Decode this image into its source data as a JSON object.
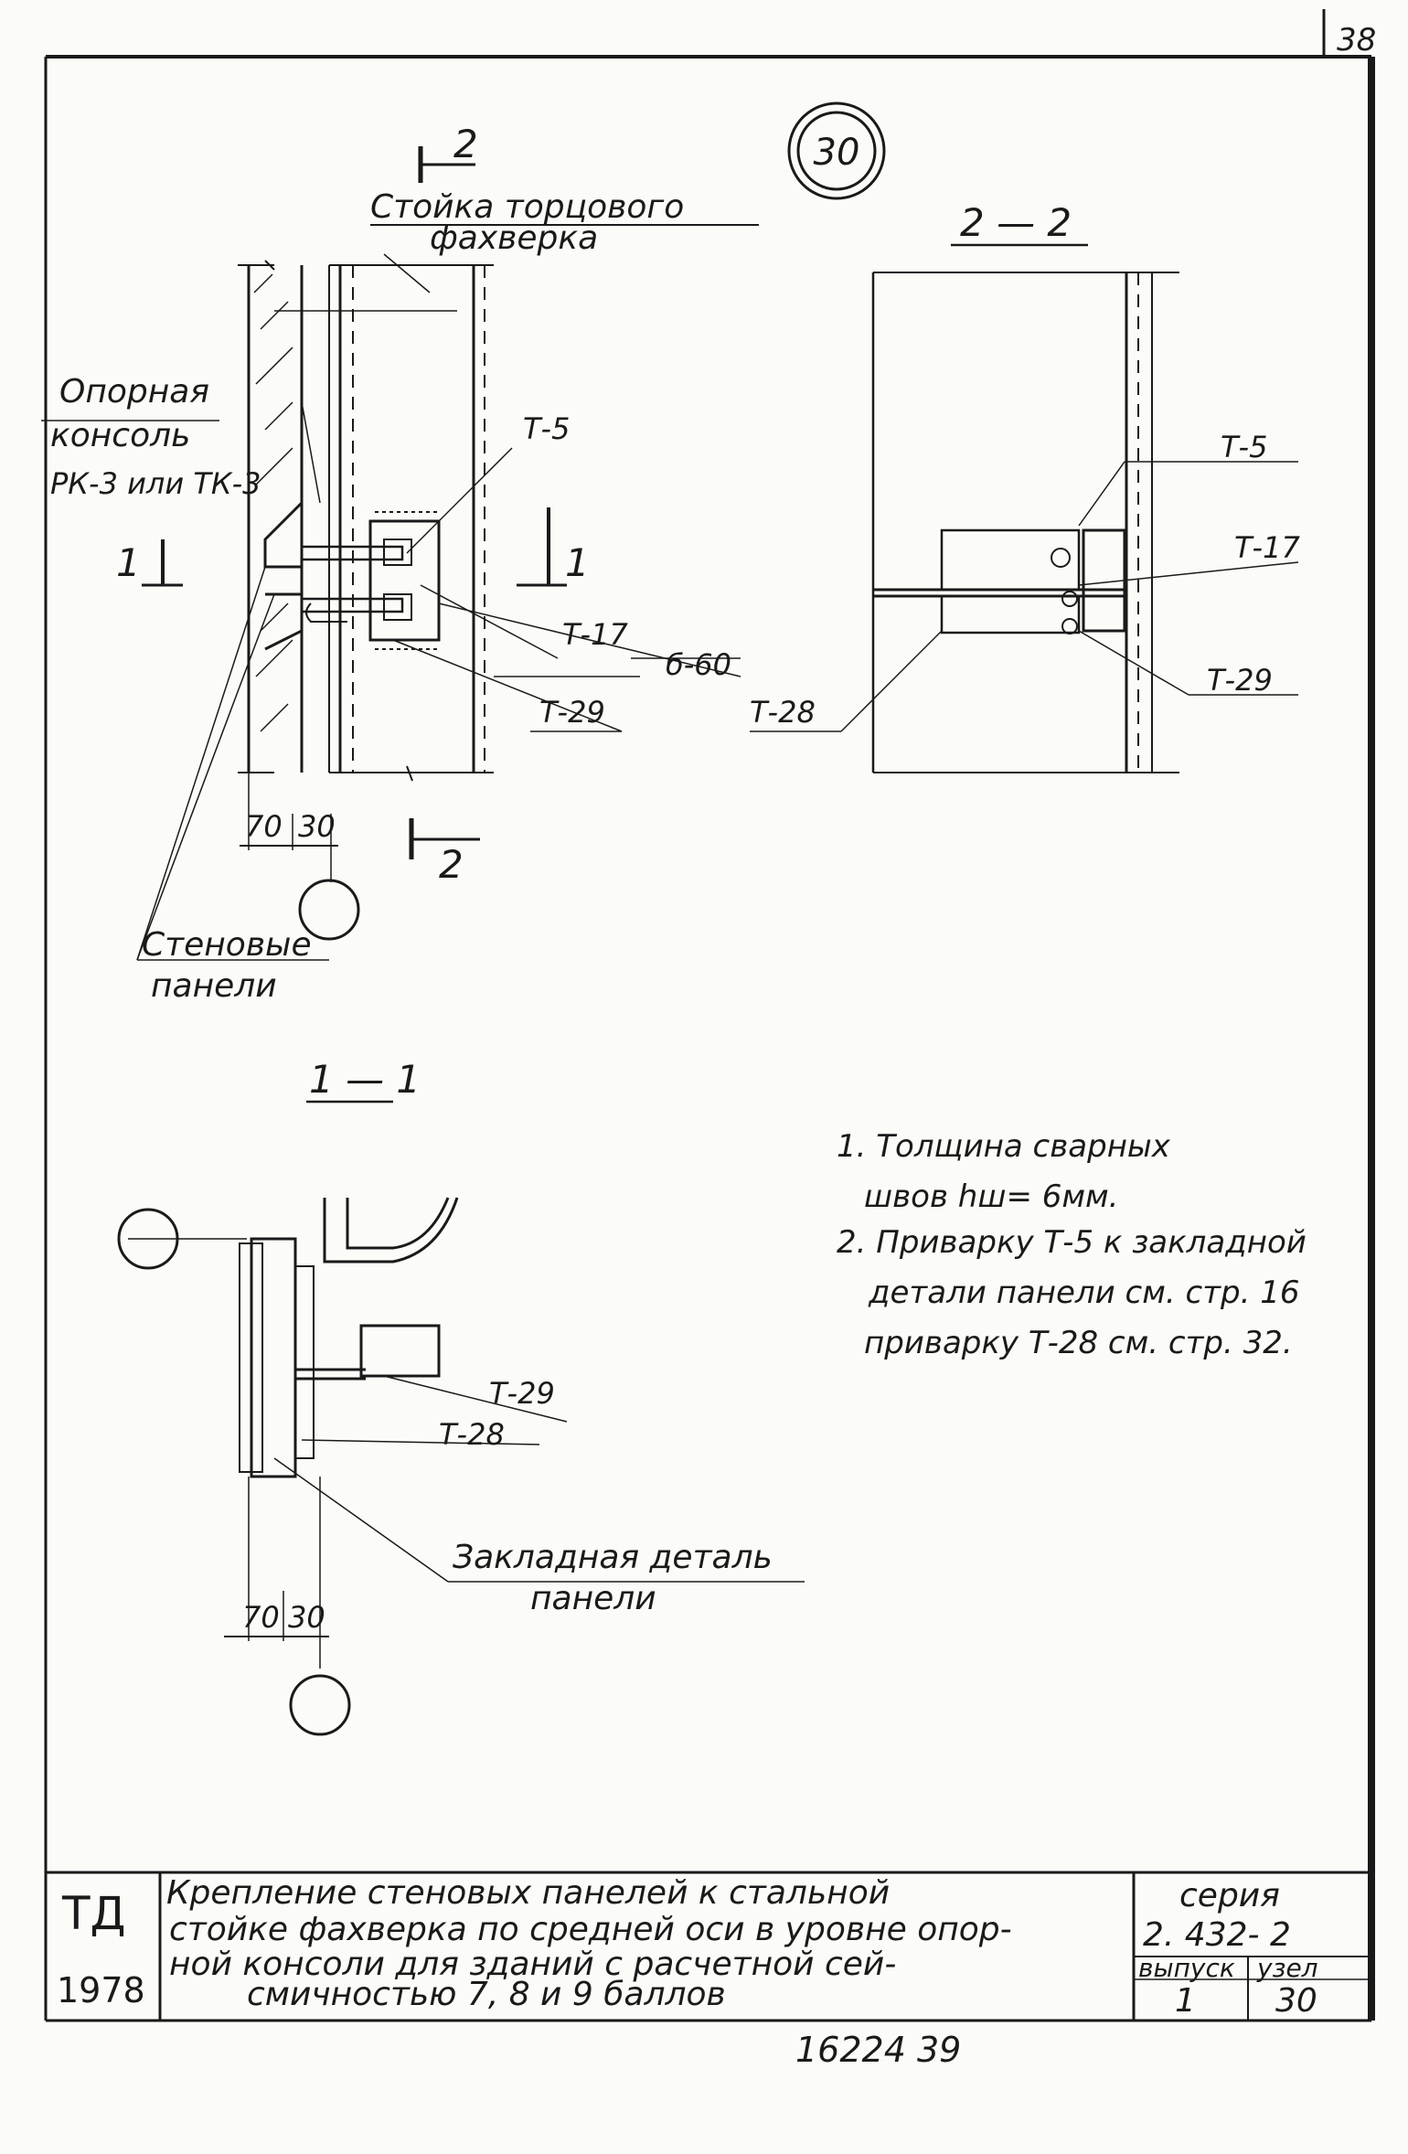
{
  "page_number": "38",
  "node_circle": "30",
  "section_2_mark": "2",
  "title_stand": "Стойка торцового",
  "title_stand_2": "фахверка",
  "label_console_1": "Опорная",
  "label_console_2": "консоль",
  "label_console_3": "РК-3 или ТК-3",
  "section_1_mark": "1",
  "t5": "Т-5",
  "t17": "Т-17",
  "b60": "б-60",
  "t29": "Т-29",
  "t28": "Т-28",
  "dim_70": "70",
  "dim_30": "30",
  "wall_panels_1": "Стеновые",
  "wall_panels_2": "панели",
  "section_2_2": "2 — 2",
  "section_1_1": "1 — 1",
  "embed_1": "Закладная деталь",
  "embed_2": "панели",
  "notes": [
    "1. Толщина   сварных",
    "швов  hш= 6мм.",
    "2. Приварку Т-5 к закладной",
    "детали панели см. стр. 16",
    "приварку Т-28 см. стр. 32."
  ],
  "stamp": {
    "org": "ТД",
    "year": "1978",
    "title": [
      "Крепление стеновых панелей к стальной",
      "стойке фахверка по средней оси в уровне опор-",
      "ной консоли для зданий с расчетной сей-",
      "смичностью 7, 8 и 9 баллов"
    ],
    "series_label": "серия",
    "series_value": "2. 432- 2",
    "issue_label": "выпуск",
    "issue_value": "1",
    "node_label": "узел",
    "node_value": "30"
  },
  "footer_number": "16224   39"
}
